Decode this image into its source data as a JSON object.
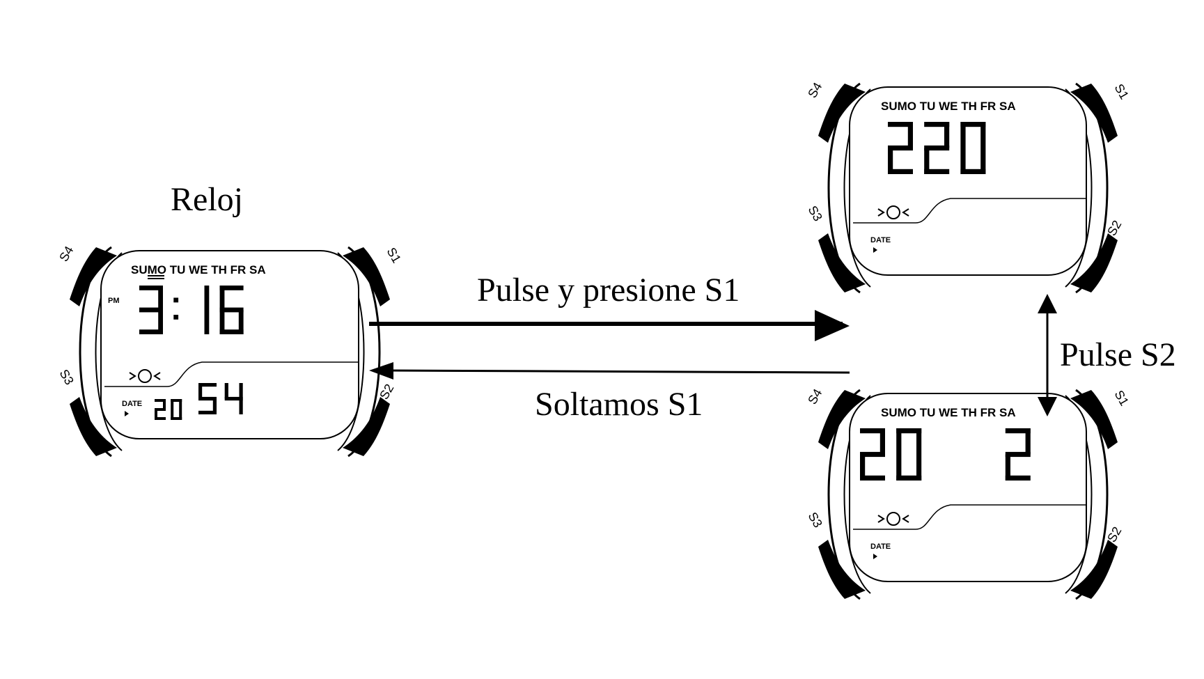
{
  "labels": {
    "reloj": "Reloj",
    "pulse_presione": "Pulse y presione S1",
    "soltamos": "Soltamos S1",
    "pulse_s2": "Pulse S2"
  },
  "watches": [
    {
      "id": "clock",
      "buttons": {
        "s1": "S1",
        "s2": "S2",
        "s3": "S3",
        "s4": "S4"
      },
      "days": "SUMO TU WE TH FR SA",
      "ampm": "PM",
      "main_digits": "3:16",
      "date_label": "DATE",
      "date_value": "20",
      "seconds": "54"
    },
    {
      "id": "year",
      "buttons": {
        "s1": "S1",
        "s2": "S2",
        "s3": "S3",
        "s4": "S4"
      },
      "days": "SUMO TU WE TH FR SA",
      "ampm": "",
      "main_digits": "220",
      "date_label": "DATE",
      "date_value": "",
      "seconds": ""
    },
    {
      "id": "date",
      "buttons": {
        "s1": "S1",
        "s2": "S2",
        "s3": "S3",
        "s4": "S4"
      },
      "days": "SUMO TU WE TH FR SA",
      "ampm": "",
      "main_digits": "20  2",
      "date_label": "DATE",
      "date_value": "",
      "seconds": ""
    }
  ]
}
